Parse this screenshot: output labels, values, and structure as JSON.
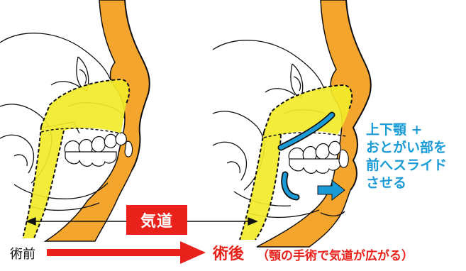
{
  "labels": {
    "surgery_note_lines": [
      "上下顎 +",
      "おとがい部を",
      "前へスライド",
      "させる"
    ],
    "airway": "気道",
    "before": "術前",
    "after": "術後",
    "after_note": "（顎の手術で気道が広がる）"
  },
  "colors": {
    "bone_orange": "#f4a52e",
    "airway_yellow": "#f2ea2a",
    "accent_red": "#e8221b",
    "highlight_blue": "#1a9bd6",
    "outline": "#111111"
  },
  "icons": {
    "forward_arrow": "right-arrow-icon",
    "process_arrow": "right-arrow-icon",
    "airway_width_arrow": "double-arrow-icon"
  }
}
